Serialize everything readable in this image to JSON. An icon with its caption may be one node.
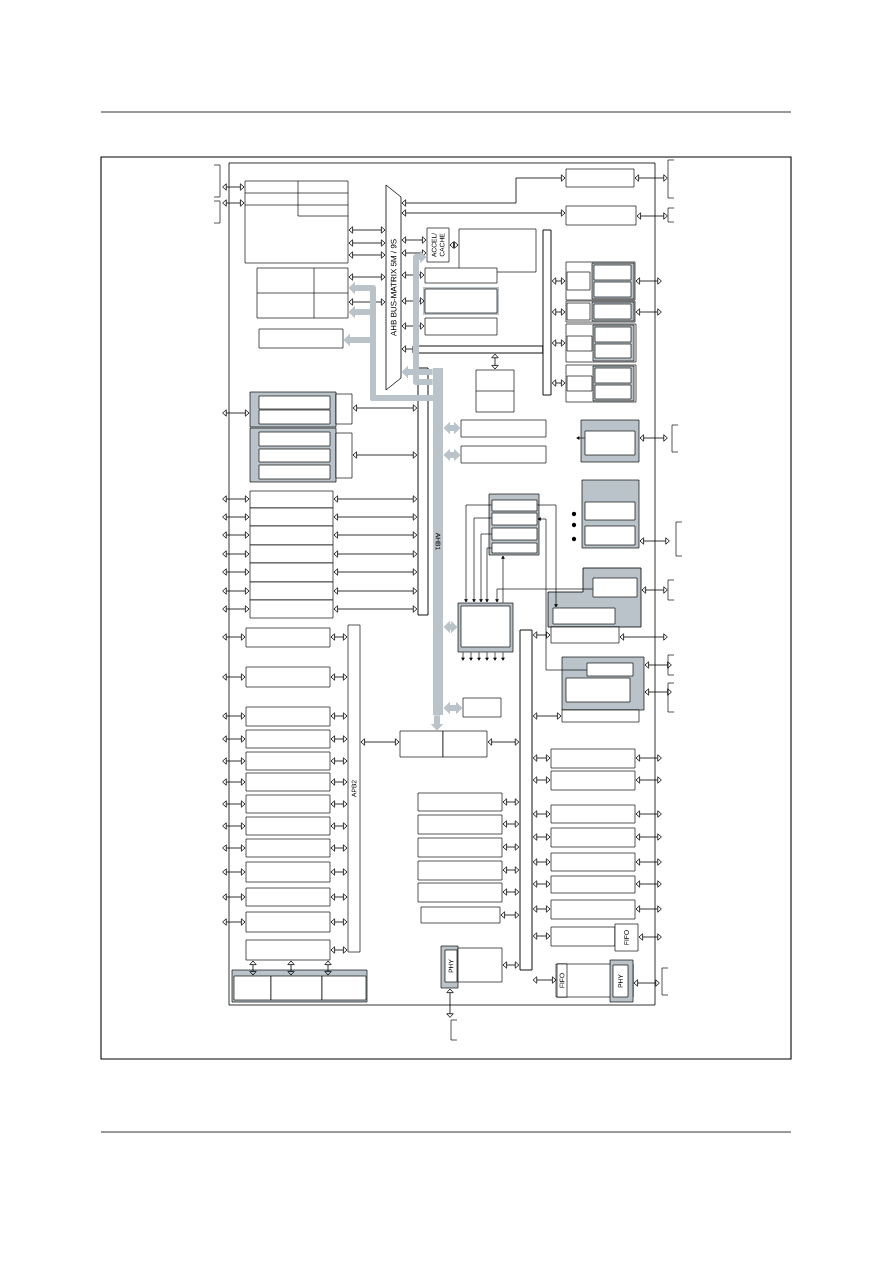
{
  "diagram": {
    "nodes": [
      {
        "text": [
          "AHB BUS-MATRIX 5M / 9S"
        ]
      },
      {
        "text": [
          "ACCEL/ CACHE"
        ]
      },
      {
        "text": [],
        "shape": "box"
      },
      {
        "text": [],
        "shape": "box"
      },
      {
        "text": [],
        "shape": "box"
      },
      {
        "text": [],
        "shape": "box"
      },
      {
        "text": [],
        "shape": "box"
      },
      {
        "text": [],
        "shape": "box",
        "in": 6
      },
      {
        "text": [],
        "shape": "box",
        "in": 6
      },
      {
        "text": [],
        "shape": "box"
      },
      {
        "text": [],
        "shape": "box"
      },
      {
        "text": [],
        "shape": "box",
        "in": 10
      },
      {
        "text": [],
        "shape": "box",
        "in": 10
      },
      {
        "text": [],
        "shape": "box",
        "in": 10
      },
      {
        "text": [],
        "shape": "box"
      },
      {
        "text": [],
        "shape": "box"
      },
      {
        "text": [],
        "shape": "box"
      },
      {
        "text": [],
        "shape": "box"
      },
      {
        "text": [],
        "shape": "box"
      },
      {
        "text": [],
        "shape": "box"
      },
      {
        "text": [],
        "shape": "box"
      },
      {
        "text": [],
        "shape": "box"
      },
      {
        "text": [],
        "shape": "bar"
      },
      {
        "text": [],
        "shape": "box"
      },
      {
        "text": [],
        "shape": "box"
      },
      {
        "text": [],
        "shape": "box"
      },
      {
        "text": [],
        "shape": "bar"
      },
      {
        "text": [],
        "shape": "bar"
      },
      {
        "text": [],
        "shape": "box"
      },
      {
        "text": [],
        "shape": "box"
      },
      {
        "text": [],
        "shape": "box",
        "in": 29
      },
      {
        "text": [],
        "shape": "box",
        "in": 29
      },
      {
        "text": [],
        "shape": "box",
        "in": 31
      },
      {
        "text": [],
        "shape": "box",
        "in": 31
      },
      {
        "text": [],
        "shape": "box"
      },
      {
        "text": [],
        "shape": "box",
        "in": 34
      },
      {
        "text": [],
        "shape": "box",
        "in": 34
      },
      {
        "text": [],
        "shape": "box",
        "in": 36
      },
      {
        "text": [],
        "shape": "box"
      },
      {
        "text": [],
        "shape": "box",
        "in": 38
      },
      {
        "text": [],
        "shape": "box",
        "in": 38
      },
      {
        "text": [],
        "shape": "box",
        "in": 40
      },
      {
        "text": [],
        "shape": "box",
        "in": 40
      },
      {
        "text": [],
        "shape": "box"
      },
      {
        "text": [],
        "shape": "box",
        "in": 43
      },
      {
        "text": [],
        "shape": "box",
        "in": 43
      },
      {
        "text": [],
        "shape": "box",
        "in": 45
      },
      {
        "text": [],
        "shape": "box",
        "in": 45
      },
      {
        "text": [],
        "shape": "box"
      },
      {
        "text": [],
        "shape": "box"
      },
      {
        "text": [],
        "shape": "box"
      },
      {
        "text": [],
        "shape": "box"
      },
      {
        "text": [],
        "shape": "box"
      },
      {
        "text": [],
        "shape": "box",
        "in": 52
      },
      {
        "text": [],
        "shape": "box"
      },
      {
        "text": [],
        "shape": "box",
        "in": 54
      },
      {
        "text": [],
        "shape": "box",
        "in": 54
      },
      {
        "text": [],
        "shape": "box"
      },
      {
        "text": [],
        "shape": "box",
        "in": 57
      },
      {
        "text": [],
        "shape": "box",
        "in": 57
      },
      {
        "text": [],
        "shape": "box",
        "in": 57
      },
      {
        "text": [],
        "shape": "box",
        "in": 57
      },
      {
        "text": [],
        "shape": "box"
      },
      {
        "text": [],
        "shape": "box",
        "in": 62
      },
      {
        "text": [],
        "shape": "box"
      },
      {
        "text": [],
        "shape": "box"
      },
      {
        "text": [],
        "shape": "box",
        "in": 65
      },
      {
        "text": [],
        "shape": "box",
        "in": 65
      },
      {
        "text": [],
        "shape": "box"
      },
      {
        "text": [],
        "shape": "box"
      },
      {
        "text": [],
        "shape": "box",
        "in": 69
      },
      {
        "text": [],
        "shape": "box",
        "in": 69
      },
      {
        "text": [],
        "shape": "box"
      },
      {
        "text": [],
        "shape": "box"
      },
      {
        "text": [],
        "shape": "box"
      },
      {
        "text": [
          "APB2"
        ]
      },
      {
        "text": [],
        "shape": "box"
      },
      {
        "text": [],
        "shape": "box"
      },
      {
        "text": [],
        "shape": "box"
      },
      {
        "text": [],
        "shape": "box"
      },
      {
        "text": [],
        "shape": "box"
      },
      {
        "text": [],
        "shape": "box"
      },
      {
        "text": [],
        "shape": "box"
      },
      {
        "text": [],
        "shape": "box"
      },
      {
        "text": [],
        "shape": "box"
      },
      {
        "text": [],
        "shape": "box"
      },
      {
        "text": [],
        "shape": "box"
      },
      {
        "text": [],
        "shape": "box"
      },
      {
        "text": [],
        "shape": "box"
      },
      {
        "text": [],
        "shape": "box"
      },
      {
        "text": [],
        "shape": "box",
        "in": 89
      },
      {
        "text": [],
        "shape": "box",
        "in": 89
      },
      {
        "text": [],
        "shape": "box",
        "in": 89
      },
      {
        "text": [],
        "shape": "bar"
      },
      {
        "text": [],
        "shape": "box"
      },
      {
        "text": [],
        "shape": "box"
      },
      {
        "text": [],
        "shape": "box"
      },
      {
        "text": [],
        "shape": "box"
      },
      {
        "text": [],
        "shape": "box"
      },
      {
        "text": [],
        "shape": "box"
      },
      {
        "text": [],
        "shape": "box"
      },
      {
        "text": [
          "PHY"
        ],
        "in": 100
      },
      {
        "text": [],
        "shape": "box"
      },
      {
        "text": [],
        "shape": "box"
      },
      {
        "text": [],
        "shape": "box"
      },
      {
        "text": [],
        "shape": "box"
      },
      {
        "text": [],
        "shape": "box"
      },
      {
        "text": [],
        "shape": "box"
      },
      {
        "text": [],
        "shape": "box"
      },
      {
        "text": [],
        "shape": "box"
      },
      {
        "text": [],
        "shape": "box"
      },
      {
        "text": [
          "FIFO"
        ]
      },
      {
        "text": [],
        "shape": "box"
      },
      {
        "text": [
          "FIFO"
        ],
        "in": 112
      },
      {
        "text": [],
        "shape": "box"
      },
      {
        "text": [
          "PHY"
        ]
      },
      {
        "text": [
          "AHB1"
        ]
      }
    ],
    "edges": [
      {
        "from": null,
        "to": 3,
        "arrow": "both"
      },
      {
        "from": null,
        "to": 3,
        "arrow": "both"
      },
      {
        "from": null,
        "to": 6,
        "arrow": "both"
      },
      {
        "from": null,
        "to": 15,
        "arrow": "both"
      },
      {
        "from": null,
        "to": 16,
        "arrow": "both"
      },
      {
        "from": null,
        "to": 17,
        "arrow": "both"
      },
      {
        "from": null,
        "to": 18,
        "arrow": "both"
      },
      {
        "from": null,
        "to": 19,
        "arrow": "both"
      },
      {
        "from": null,
        "to": 20,
        "arrow": "both"
      },
      {
        "from": null,
        "to": 21,
        "arrow": "both"
      },
      {
        "from": null,
        "to": 76,
        "arrow": "both"
      },
      {
        "from": null,
        "to": 77,
        "arrow": "both"
      },
      {
        "from": null,
        "to": 78,
        "arrow": "both"
      },
      {
        "from": null,
        "to": 79,
        "arrow": "both"
      },
      {
        "from": null,
        "to": 80,
        "arrow": "both"
      },
      {
        "from": null,
        "to": 81,
        "arrow": "both"
      },
      {
        "from": null,
        "to": 82,
        "arrow": "both"
      },
      {
        "from": null,
        "to": 83,
        "arrow": "both"
      },
      {
        "from": null,
        "to": 84,
        "arrow": "both"
      },
      {
        "from": null,
        "to": 85,
        "arrow": "both"
      },
      {
        "from": null,
        "to": 86,
        "arrow": "both"
      },
      {
        "from": null,
        "to": 87,
        "arrow": "both"
      },
      {
        "from": 3,
        "to": 0,
        "arrow": "both"
      },
      {
        "from": 3,
        "to": 0,
        "arrow": "both"
      },
      {
        "from": 3,
        "to": 0,
        "arrow": "both"
      },
      {
        "from": 4,
        "to": 0,
        "arrow": "both"
      },
      {
        "from": 4,
        "to": 0,
        "arrow": "both"
      },
      {
        "from": 0,
        "to": 1,
        "arrow": "both"
      },
      {
        "from": 0,
        "to": 1,
        "arrow": "both"
      },
      {
        "from": 1,
        "to": 2,
        "arrow": "both"
      },
      {
        "from": 0,
        "to": 23,
        "arrow": "both"
      },
      {
        "from": 0,
        "to": 24,
        "arrow": "both"
      },
      {
        "from": 0,
        "to": 25,
        "arrow": "both"
      },
      {
        "from": 0,
        "to": 48,
        "arrow": "both"
      },
      {
        "from": 0,
        "to": 49,
        "arrow": "both"
      },
      {
        "from": 9,
        "to": 22,
        "arrow": "both"
      },
      {
        "from": 14,
        "to": 22,
        "arrow": "both"
      },
      {
        "from": 15,
        "to": 22,
        "arrow": "both"
      },
      {
        "from": 16,
        "to": 22,
        "arrow": "both"
      },
      {
        "from": 17,
        "to": 22,
        "arrow": "both"
      },
      {
        "from": 18,
        "to": 22,
        "arrow": "both"
      },
      {
        "from": 19,
        "to": 22,
        "arrow": "both"
      },
      {
        "from": 20,
        "to": 22,
        "arrow": "both"
      },
      {
        "from": 21,
        "to": 22,
        "arrow": "both"
      },
      {
        "from": 116,
        "to": 4,
        "arrow": "to",
        "style": "thick",
        "color": "#b9c3c9"
      },
      {
        "from": 116,
        "to": 4,
        "arrow": "to",
        "style": "thick",
        "color": "#b9c3c9"
      },
      {
        "from": 116,
        "to": 5,
        "arrow": "to",
        "style": "thick",
        "color": "#b9c3c9"
      },
      {
        "from": 116,
        "to": 0,
        "arrow": "to",
        "style": "thick",
        "color": "#b9c3c9"
      },
      {
        "from": 116,
        "to": 1,
        "arrow": "to",
        "style": "thick",
        "color": "#b9c3c9"
      },
      {
        "from": 116,
        "to": 73,
        "arrow": "to",
        "style": "thick",
        "color": "#b9c3c9"
      },
      {
        "from": 116,
        "to": 50,
        "arrow": "both",
        "style": "thick",
        "color": "#b9c3c9"
      },
      {
        "from": 116,
        "to": 51,
        "arrow": "both",
        "style": "thick",
        "color": "#b9c3c9"
      },
      {
        "from": 116,
        "to": 62,
        "arrow": "both",
        "style": "thick",
        "color": "#b9c3c9"
      },
      {
        "from": 116,
        "to": 64,
        "arrow": "both",
        "style": "thick",
        "color": "#b9c3c9"
      },
      {
        "from": 26,
        "to": 0,
        "arrow": "to"
      },
      {
        "from": 26,
        "to": 28,
        "arrow": "both"
      },
      {
        "from": 27,
        "to": 29,
        "arrow": "both"
      },
      {
        "from": 27,
        "to": 34,
        "arrow": "both"
      },
      {
        "from": 27,
        "to": 38,
        "arrow": "both"
      },
      {
        "from": 27,
        "to": 43,
        "arrow": "both"
      },
      {
        "from": 48,
        "to": null,
        "arrow": "both"
      },
      {
        "from": 49,
        "to": null,
        "arrow": "both"
      },
      {
        "from": 29,
        "to": null,
        "arrow": "both"
      },
      {
        "from": 34,
        "to": null,
        "arrow": "both"
      },
      {
        "from": 52,
        "to": null,
        "arrow": "both"
      },
      {
        "from": 54,
        "to": null,
        "arrow": "both"
      },
      {
        "from": 65,
        "to": null,
        "arrow": "both"
      },
      {
        "from": 68,
        "to": null,
        "arrow": "both"
      },
      {
        "from": 69,
        "to": null,
        "arrow": "both"
      },
      {
        "from": 69,
        "to": null,
        "arrow": "both"
      },
      {
        "from": 103,
        "to": null,
        "arrow": "both"
      },
      {
        "from": 104,
        "to": null,
        "arrow": "both"
      },
      {
        "from": 105,
        "to": null,
        "arrow": "both"
      },
      {
        "from": 106,
        "to": null,
        "arrow": "both"
      },
      {
        "from": 107,
        "to": null,
        "arrow": "both"
      },
      {
        "from": 108,
        "to": null,
        "arrow": "both"
      },
      {
        "from": 109,
        "to": null,
        "arrow": "both"
      },
      {
        "from": 111,
        "to": null,
        "arrow": "both"
      },
      {
        "from": 114,
        "to": null,
        "arrow": "both"
      },
      {
        "from": 94,
        "to": 93,
        "arrow": "both"
      },
      {
        "from": 95,
        "to": 93,
        "arrow": "both"
      },
      {
        "from": 96,
        "to": 93,
        "arrow": "both"
      },
      {
        "from": 97,
        "to": 93,
        "arrow": "both"
      },
      {
        "from": 98,
        "to": 93,
        "arrow": "both"
      },
      {
        "from": 99,
        "to": 93,
        "arrow": "both"
      },
      {
        "from": 102,
        "to": 93,
        "arrow": "both"
      },
      {
        "from": 93,
        "to": 103,
        "arrow": "both"
      },
      {
        "from": 93,
        "to": 104,
        "arrow": "both"
      },
      {
        "from": 93,
        "to": 105,
        "arrow": "both"
      },
      {
        "from": 93,
        "to": 106,
        "arrow": "both"
      },
      {
        "from": 93,
        "to": 107,
        "arrow": "both"
      },
      {
        "from": 93,
        "to": 108,
        "arrow": "both"
      },
      {
        "from": 93,
        "to": 109,
        "arrow": "both"
      },
      {
        "from": 93,
        "to": 110,
        "arrow": "both"
      },
      {
        "from": 93,
        "to": 113,
        "arrow": "both"
      },
      {
        "from": 93,
        "to": 68,
        "arrow": "both"
      },
      {
        "from": 93,
        "to": 72,
        "arrow": "both"
      },
      {
        "from": 76,
        "to": 75,
        "arrow": "both"
      },
      {
        "from": 77,
        "to": 75,
        "arrow": "both"
      },
      {
        "from": 78,
        "to": 75,
        "arrow": "both"
      },
      {
        "from": 79,
        "to": 75,
        "arrow": "both"
      },
      {
        "from": 80,
        "to": 75,
        "arrow": "both"
      },
      {
        "from": 81,
        "to": 75,
        "arrow": "both"
      },
      {
        "from": 82,
        "to": 75,
        "arrow": "both"
      },
      {
        "from": 83,
        "to": 75,
        "arrow": "both"
      },
      {
        "from": 84,
        "to": 75,
        "arrow": "both"
      },
      {
        "from": 85,
        "to": 75,
        "arrow": "both"
      },
      {
        "from": 86,
        "to": 75,
        "arrow": "both"
      },
      {
        "from": 87,
        "to": 75,
        "arrow": "both"
      },
      {
        "from": 88,
        "to": 75,
        "arrow": "both"
      },
      {
        "from": 75,
        "to": 73,
        "arrow": "both"
      },
      {
        "from": 74,
        "to": 93,
        "arrow": "both"
      },
      {
        "from": 88,
        "to": 90,
        "arrow": "both"
      },
      {
        "from": 88,
        "to": 91,
        "arrow": "both"
      },
      {
        "from": 88,
        "to": 92,
        "arrow": "both"
      },
      {
        "from": 100,
        "to": null,
        "arrow": "both"
      },
      {
        "from": 58,
        "to": 62,
        "arrow": "to"
      },
      {
        "from": 59,
        "to": 62,
        "arrow": "to"
      },
      {
        "from": 60,
        "to": 62,
        "arrow": "to"
      },
      {
        "from": 61,
        "to": 62,
        "arrow": "to"
      },
      {
        "from": 62,
        "to": 57,
        "arrow": "to"
      },
      {
        "from": 58,
        "to": 67,
        "arrow": "to"
      },
      {
        "from": 70,
        "to": 59,
        "arrow": "to"
      },
      {
        "from": 66,
        "to": 62,
        "arrow": "to"
      },
      {
        "from": 62,
        "to": null,
        "arrow": "to"
      },
      {
        "from": 62,
        "to": null,
        "arrow": "to"
      },
      {
        "from": 62,
        "to": null,
        "arrow": "to"
      },
      {
        "from": 62,
        "to": null,
        "arrow": "to"
      },
      {
        "from": 62,
        "to": null,
        "arrow": "to"
      },
      {
        "from": 62,
        "to": null,
        "arrow": "to"
      },
      {
        "from": 53,
        "to": null,
        "arrow": "to"
      }
    ]
  }
}
